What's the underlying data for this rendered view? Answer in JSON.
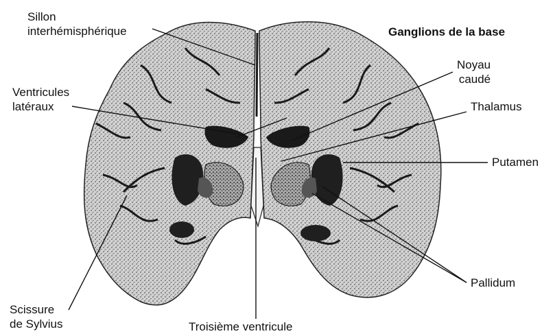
{
  "title": "Ganglions de la base",
  "labels": {
    "sillon": "Sillon\ninterhémisphérique",
    "ventricules": "Ventricules\nlatéraux",
    "scissure": "Scissure\nde Sylvius",
    "troisieme": "Troisième ventricule",
    "noyau": "Noyau\ncaudé",
    "thalamus": "Thalamus",
    "putamen": "Putamen",
    "pallidum": "Pallidum"
  },
  "colors": {
    "tissue": "#c9c9c9",
    "dark": "#1a1a1a",
    "line": "#111111"
  }
}
